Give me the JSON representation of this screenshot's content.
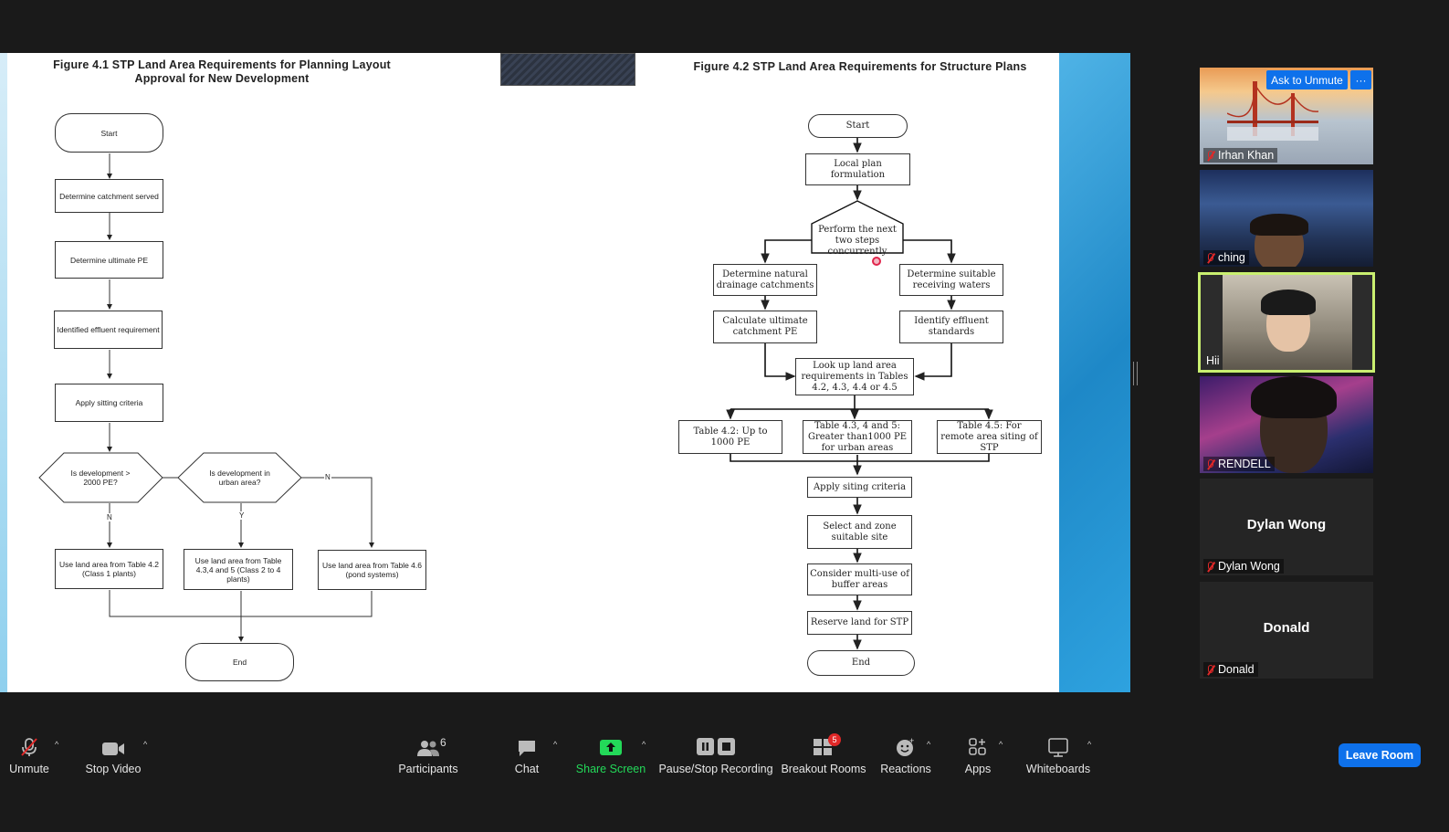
{
  "figure_left": {
    "title_line1": "Figure 4.1  STP Land Area Requirements for Planning Layout",
    "title_line2": "Approval for New Development",
    "start": "Start",
    "catchment": "Determine catchment served",
    "ultimate_pe": "Determine ultimate PE",
    "effluent": "Identified effluent requirement",
    "sitting": "Apply sitting criteria",
    "q1": "Is development > 2000 PE?",
    "q2": "Is development in urban area?",
    "label_n1": "N",
    "label_y": "Y",
    "label_n2": "N",
    "use1": "Use land area from Table 4.2 (Class 1 plants)",
    "use2": "Use land area from Table 4.3,4 and 5 (Class 2 to 4 plants)",
    "use3": "Use land area from Table 4.6 (pond systems)",
    "end": "End"
  },
  "figure_right": {
    "title": "Figure 4.2  STP Land Area Requirements for Structure Plans",
    "start": "Start",
    "local_plan": "Local plan formulation",
    "perform": "Perform the next two steps concurrently",
    "natural": "Determine natural drainage catchments",
    "receiving": "Determine suitable receiving waters",
    "calc_pe": "Calculate ultimate catchment PE",
    "effluent_std": "Identify effluent standards",
    "lookup": "Look up land area requirements in Tables 4.2, 4.3, 4.4 or 4.5",
    "t42": "Table 4.2: Up to 1000 PE",
    "t43": "Table 4.3, 4 and 5: Greater than1000 PE for urban areas",
    "t45": "Table 4.5: For remote area siting of STP",
    "siting": "Apply siting criteria",
    "select": "Select and zone suitable site",
    "multi": "Consider multi-use of buffer areas",
    "reserve": "Reserve land for STP",
    "end": "End"
  },
  "participants": [
    {
      "name": "Irhan Khan"
    },
    {
      "name": "ching"
    },
    {
      "name": "Hii"
    },
    {
      "name": "RENDELL"
    },
    {
      "name": "Dylan Wong",
      "display": "Dylan Wong"
    },
    {
      "name": "Donald",
      "display": "Donald"
    }
  ],
  "tile_actions": {
    "ask_unmute": "Ask to Unmute",
    "more": "···"
  },
  "toolbar": {
    "unmute": "Unmute",
    "stop_video": "Stop Video",
    "participants": "Participants",
    "participants_count": "6",
    "chat": "Chat",
    "share_screen": "Share Screen",
    "recording": "Pause/Stop Recording",
    "breakout": "Breakout Rooms",
    "breakout_badge": "5",
    "reactions": "Reactions",
    "apps": "Apps",
    "whiteboards": "Whiteboards",
    "leave": "Leave Room"
  },
  "colors": {
    "accent": "#0e71eb",
    "share_green": "#23d959",
    "speaker_border": "#c9ef70",
    "mute_red": "#e02828"
  }
}
